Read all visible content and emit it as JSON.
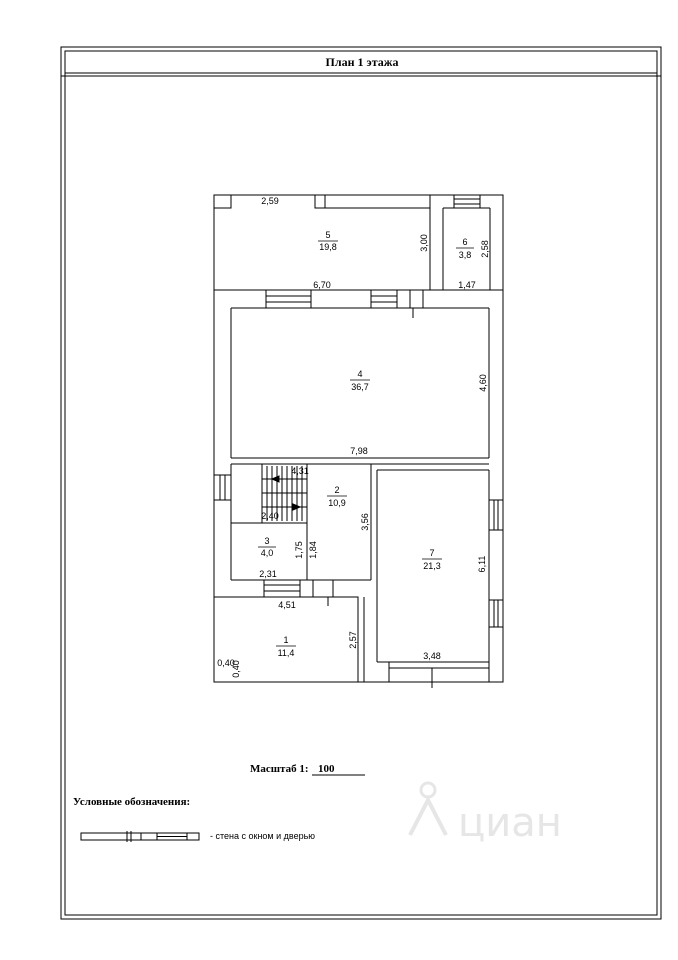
{
  "title": "План 1 этажа",
  "scale": {
    "label": "Масштаб 1:",
    "value": "100"
  },
  "legend": {
    "title": "Условные обозначения:",
    "items": [
      {
        "icon": "wall-window-door-symbol",
        "text": "- стена с окном и дверью"
      }
    ]
  },
  "watermark": "циан",
  "rooms": [
    {
      "number": "1",
      "area": "11,4"
    },
    {
      "number": "2",
      "area": "10,9"
    },
    {
      "number": "3",
      "area": "4,0"
    },
    {
      "number": "4",
      "area": "36,7"
    },
    {
      "number": "5",
      "area": "19,8"
    },
    {
      "number": "6",
      "area": "3,8"
    },
    {
      "number": "7",
      "area": "21,3"
    }
  ],
  "dimensions": {
    "d259": "2,59",
    "d300": "3,00",
    "d258": "2,58",
    "d670": "6,70",
    "d147": "1,47",
    "d460": "4,60",
    "d798": "7,98",
    "d431": "4,31",
    "d356": "3,56",
    "d240": "2,40",
    "d175": "1,75",
    "d184": "1,84",
    "d231": "2,31",
    "d611": "6,11",
    "d451": "4,51",
    "d257": "2,57",
    "d348": "3,48",
    "d040a": "0,40",
    "d040b": "0,40"
  }
}
